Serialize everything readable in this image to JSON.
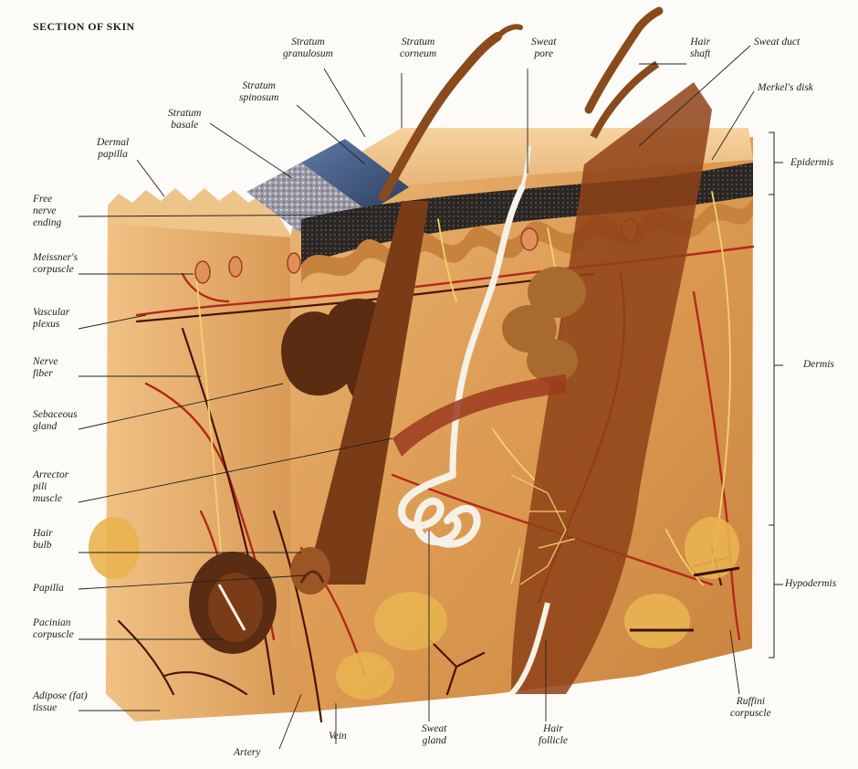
{
  "title": "SECTION OF SKIN",
  "labels": {
    "stratum_granulosum": "Stratum\ngranulosum",
    "stratum_corneum": "Stratum\ncorneum",
    "sweat_pore": "Sweat\npore",
    "hair_shaft": "Hair\nshaft",
    "sweat_duct": "Sweat duct",
    "merkels_disk": "Merkel's disk",
    "stratum_spinosum": "Stratum\nspinosum",
    "stratum_basale": "Stratum\nbasale",
    "dermal_papilla": "Dermal\npapilla",
    "free_nerve_ending": "Free\nnerve\nending",
    "meissners_corpuscle": "Meissner's\ncorpuscle",
    "vascular_plexus": "Vascular\nplexus",
    "nerve_fiber": "Nerve\nfiber",
    "sebaceous_gland": "Sebaceous\ngland",
    "arrector_pili_muscle": "Arrector\npili\nmuscle",
    "hair_bulb": "Hair\nbulb",
    "papilla": "Papilla",
    "pacinian_corpuscle": "Pacinian\ncorpuscle",
    "adipose_tissue": "Adipose (fat)\ntissue",
    "artery": "Artery",
    "vein": "Vein",
    "sweat_gland": "Sweat\ngland",
    "hair_follicle": "Hair\nfollicle",
    "ruffini_corpuscle": "Ruffini\ncorpuscle",
    "epidermis": "Epidermis",
    "dermis": "Dermis",
    "hypodermis": "Hypodermis"
  },
  "colors": {
    "flesh": "#e2a45c",
    "flesh_dark": "#b8742e",
    "epidermis_top": "#f0c48c",
    "basal_layer": "#2a2a2a",
    "vessel_red": "#b5281a",
    "vessel_dark": "#4a1208",
    "nerve_yellow": "#f2d36a",
    "hair": "#8a4a1c",
    "sweat_gland": "#f6f1e6",
    "fat": "#e9b350"
  }
}
